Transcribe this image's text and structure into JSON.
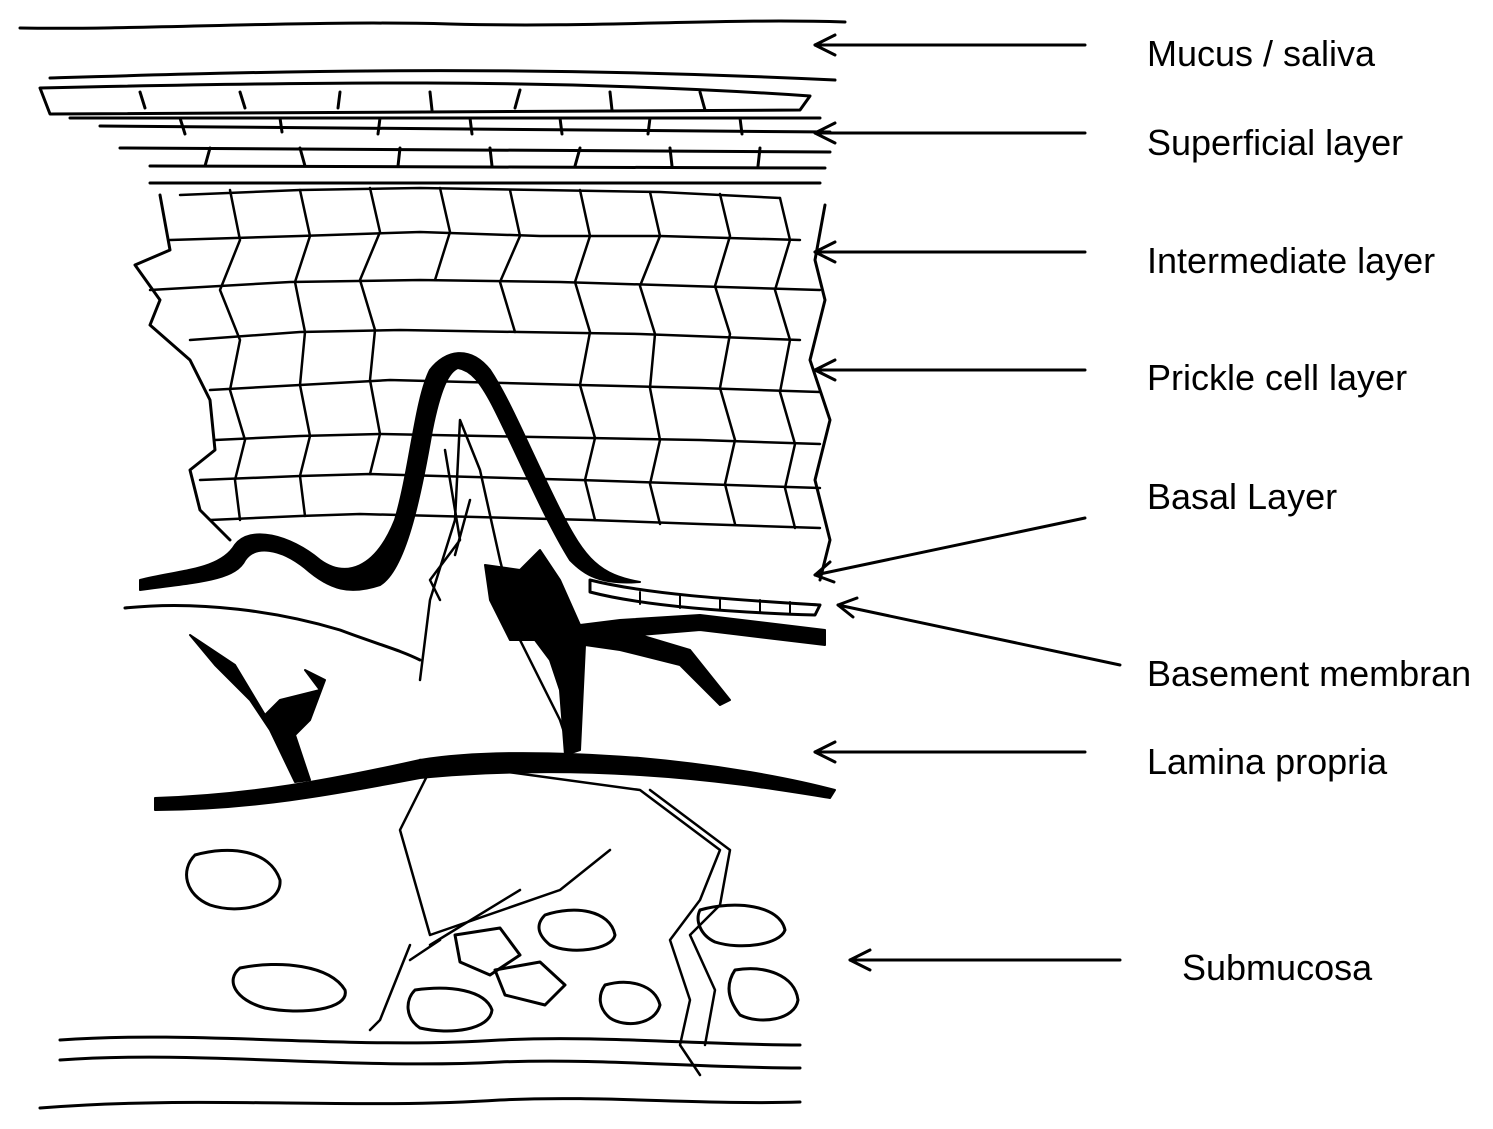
{
  "colors": {
    "ink": "#000000",
    "background": "#ffffff"
  },
  "labels": [
    {
      "id": "mucus",
      "text": "Mucus / saliva"
    },
    {
      "id": "superficial",
      "text": "Superficial layer"
    },
    {
      "id": "intermediate",
      "text": "Intermediate layer"
    },
    {
      "id": "prickle",
      "text": "Prickle cell layer"
    },
    {
      "id": "basal",
      "text": "Basal Layer"
    },
    {
      "id": "basement",
      "text": "Basement membran"
    },
    {
      "id": "lamina",
      "text": "Lamina propria"
    },
    {
      "id": "submucosa",
      "text": "Submucosa"
    }
  ]
}
